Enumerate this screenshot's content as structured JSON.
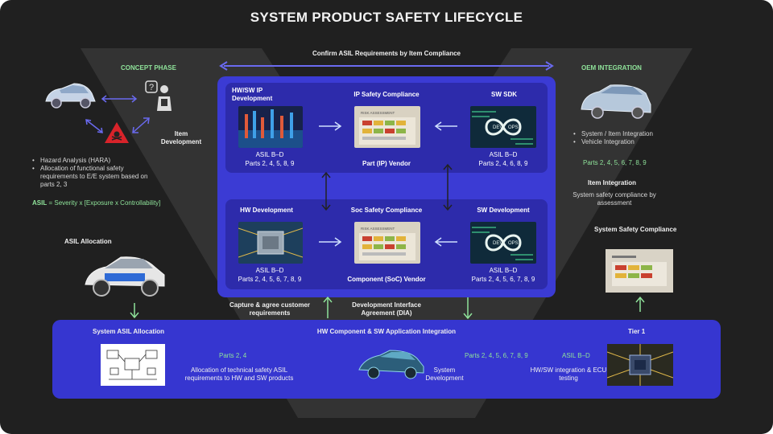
{
  "title": "SYSTEM PRODUCT SAFETY LIFECYCLE",
  "confirm_label": "Confirm ASIL Requirements by Item Compliance",
  "concept": {
    "phase": "CONCEPT PHASE",
    "item_dev": "Item Development",
    "bullets": [
      "Hazard Analysis (HARA)",
      "Allocation of functional safety requirements to E/E system based on parts 2, 3"
    ],
    "asil_key": "ASIL",
    "asil_formula": " = Severity x [Exposure x Controllability]"
  },
  "asil_allocation": "ASIL Allocation",
  "oem": {
    "title": "OEM INTEGRATION",
    "bullets": [
      "System / Item Integration",
      "Vehicle Integration"
    ],
    "parts": "Parts 2, 4, 5, 6, 7, 8, 9",
    "item_integration": "Item Integration",
    "item_integration_desc": "System safety compliance by assessment",
    "system_safety_compliance": "System Safety Compliance"
  },
  "top_row": {
    "hwsw": {
      "title": "HW/SW IP Development",
      "asil": "ASIL B–D",
      "parts": "Parts 2, 4, 5, 8, 9"
    },
    "ipsc": {
      "title": "IP Safety Compliance",
      "vendor": "Part (IP) Vendor"
    },
    "swsdk": {
      "title": "SW SDK",
      "asil": "ASIL B–D",
      "parts": "Parts 2, 4, 6, 8, 9"
    }
  },
  "bottom_row": {
    "hwdev": {
      "title": "HW Development",
      "asil": "ASIL B–D",
      "parts": "Parts 2, 4, 5, 6, 7, 8, 9"
    },
    "socsc": {
      "title": "Soc Safety Compliance",
      "vendor": "Component (SoC) Vendor"
    },
    "swdev": {
      "title": "SW Development",
      "asil": "ASIL B–D",
      "parts": "Parts 2, 4, 5, 6, 7, 8, 9"
    }
  },
  "capture_label": "Capture & agree customer requirements",
  "dia_label": "Development Interface Agreement (DIA)",
  "integration": {
    "sys_asil_alloc": "System ASIL Allocation",
    "hw_sw_integration": "HW Component & SW Application Integration",
    "tier1": "Tier 1",
    "parts_24": "Parts 2, 4",
    "alloc_desc": "Allocation of technical safety ASIL requirements to HW and SW products",
    "system_dev": "System Development",
    "parts_long": "Parts 2, 4, 5, 6, 7, 8, 9",
    "asil": "ASIL B–D",
    "ecu_desc": "HW/SW integration & ECU testing"
  },
  "colors": {
    "panel": "#3b3bd4",
    "inner": "#2d2bab",
    "background": "#202020",
    "accent_green": "#8fe39a"
  },
  "doc_header": "RISK ASSESSMENT",
  "devops": [
    "DEV",
    "OPS"
  ]
}
